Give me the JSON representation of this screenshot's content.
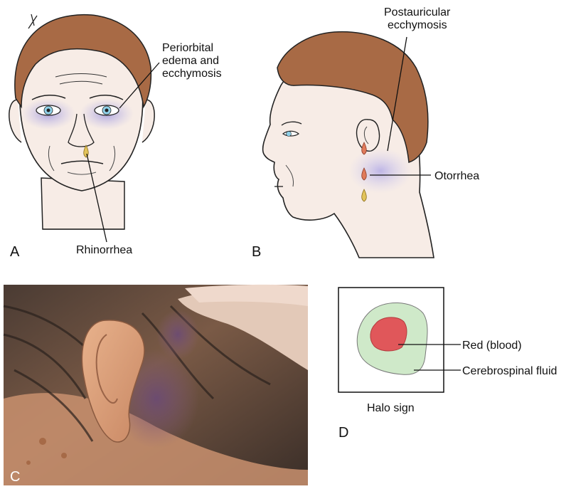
{
  "panels": {
    "a": {
      "letter": "A",
      "label_periorbital": [
        "Periorbital",
        "edema and",
        "ecchymosis"
      ],
      "label_rhinorrhea": "Rhinorrhea"
    },
    "b": {
      "letter": "B",
      "label_postauricular": [
        "Postauricular",
        "ecchymosis"
      ],
      "label_otorrhea": "Otorrhea"
    },
    "c": {
      "letter": "C"
    },
    "d": {
      "letter": "D",
      "label_red": "Red (blood)",
      "label_csf": "Cerebrospinal fluid",
      "caption": "Halo sign"
    }
  },
  "colors": {
    "hair": "#a86a45",
    "skin": "#f7ece6",
    "bruise": "#b9b3e3",
    "blood": "#e0575a",
    "csf": "#cfe9c9",
    "drop": "#e2c35a",
    "photo_skin": "#c9906f",
    "photo_hair": "#3b2f29"
  }
}
